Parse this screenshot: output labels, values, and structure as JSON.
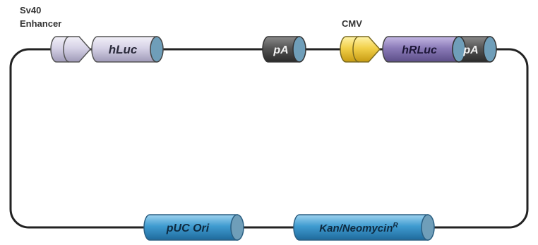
{
  "labels": {
    "sv40_line1": "Sv40",
    "sv40_line2": "Enhancer",
    "cmv": "CMV"
  },
  "segments": {
    "hluc": "hLuc",
    "pa1": "pA",
    "hrluc": "hRLuc",
    "pa2": "pA",
    "puc_ori": "pUC Ori",
    "kan": "Kan/Neomycin",
    "kan_sup": "R"
  },
  "colors": {
    "backbone": "#222222",
    "lavender": "#cdc9df",
    "dark_gray": "#555555",
    "yellow": "#f2d04a",
    "purple": "#8b7bb8",
    "blue": "#3f9bd0",
    "end_cap": "#6f9eb9"
  }
}
